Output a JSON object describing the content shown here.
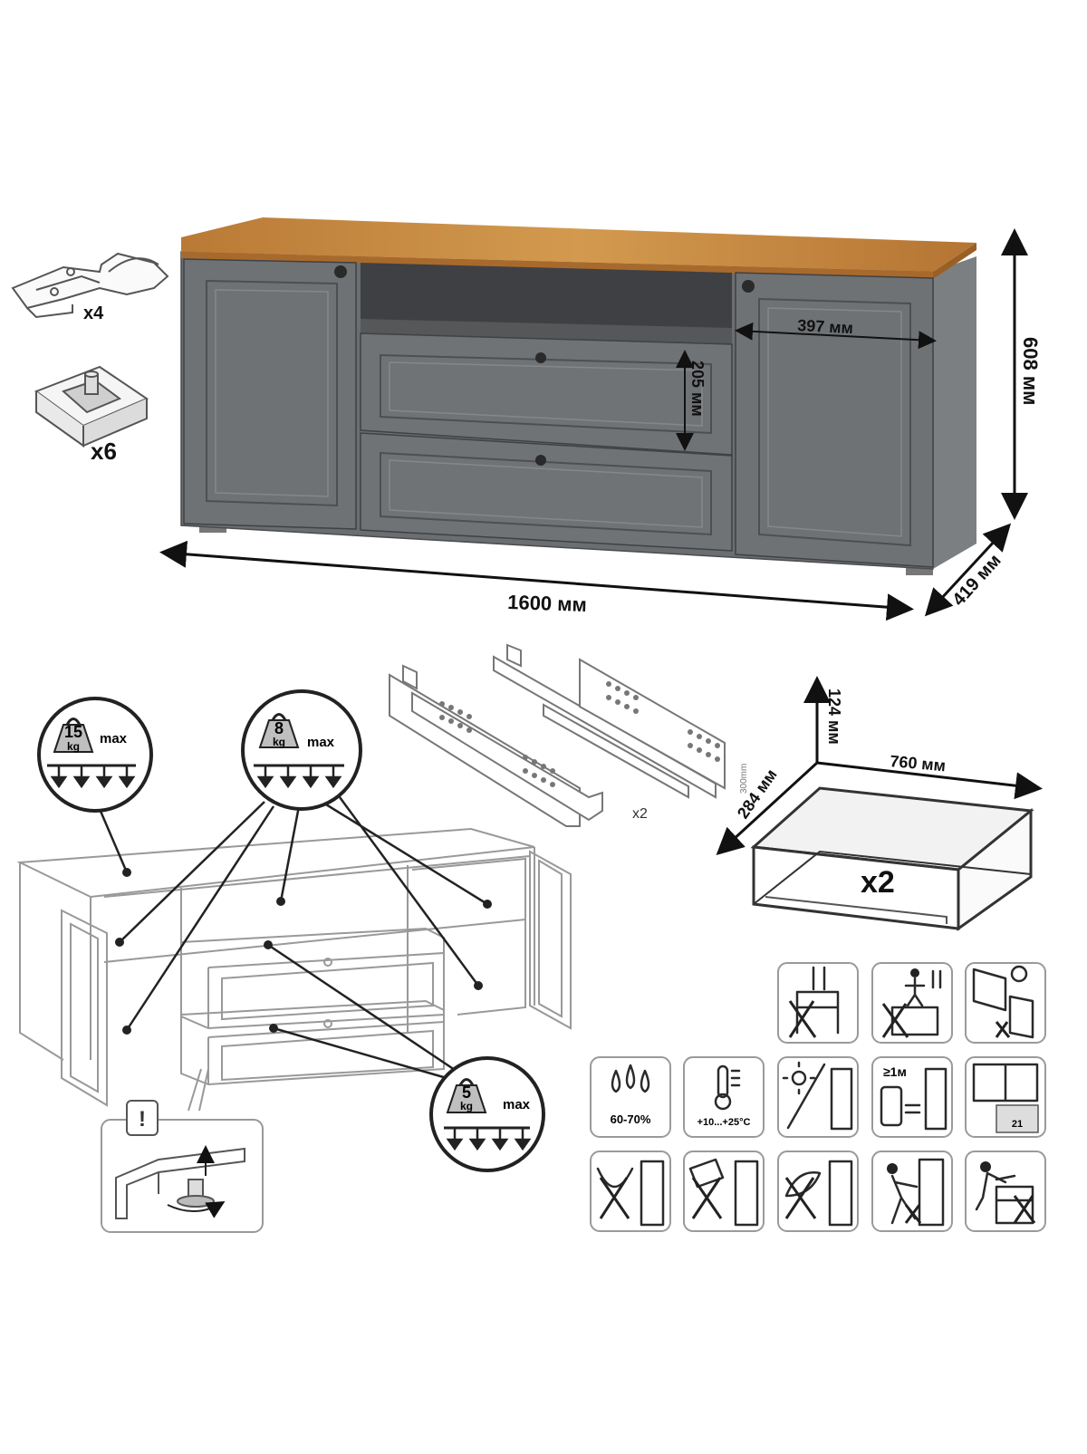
{
  "dimensions": {
    "width": "1600 мм",
    "height": "608 мм",
    "depth": "419 мм",
    "door_width": "397 мм",
    "drawer_height": "205 мм"
  },
  "hardware": {
    "hinge_qty": "x4",
    "leveler_qty": "x6",
    "slides_qty": "x2",
    "slide_length": "300mm"
  },
  "drawer_box": {
    "height": "124 мм",
    "width": "760 мм",
    "depth": "284 мм",
    "qty": "x2"
  },
  "load_limits": [
    {
      "weight": "15",
      "unit": "kg",
      "label": "max"
    },
    {
      "weight": "8",
      "unit": "kg",
      "label": "max"
    },
    {
      "weight": "5",
      "unit": "kg",
      "label": "max"
    }
  ],
  "warning_glyph": "!",
  "care_icons": {
    "humidity": "60-70%",
    "temperature": "+10...+25°C",
    "heater_distance": "≥1м",
    "calendar_day": "21"
  },
  "colors": {
    "cabinet_body": "#6b6e71",
    "wood_top": "#c98a3f",
    "drawer_interior": "#f2f2f2"
  }
}
